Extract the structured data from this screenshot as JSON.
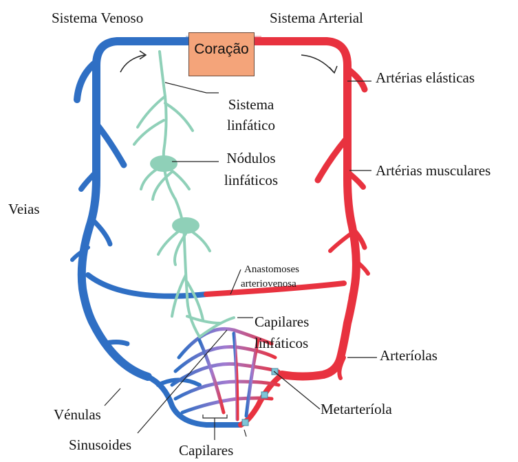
{
  "labels": {
    "heart": "Coração",
    "venous_system": "Sistema Venoso",
    "arterial_system": "Sistema Arterial",
    "elastic_arteries": "Artérias elásticas",
    "muscular_arteries": "Artérias musculares",
    "lymphatic_system_1": "Sistema",
    "lymphatic_system_2": "linfático",
    "lymph_nodes_1": "Nódulos",
    "lymph_nodes_2": "linfáticos",
    "veins": "Veias",
    "anastomoses_1": "Anastomoses",
    "anastomoses_2": "arteriovenosa",
    "lymph_capillaries_1": "Capilares",
    "lymph_capillaries_2": "linfáticos",
    "arterioles": "Arteríolas",
    "metarteriole": "Metarteríola",
    "venules": "Vénulas",
    "sinusoids": "Sinusoides",
    "capillaries": "Capilares"
  },
  "colors": {
    "vein": "#2f6fc4",
    "artery": "#e8323f",
    "lymph": "#8fd0b8",
    "heart": "#f4a47a",
    "leader": "#222222"
  }
}
